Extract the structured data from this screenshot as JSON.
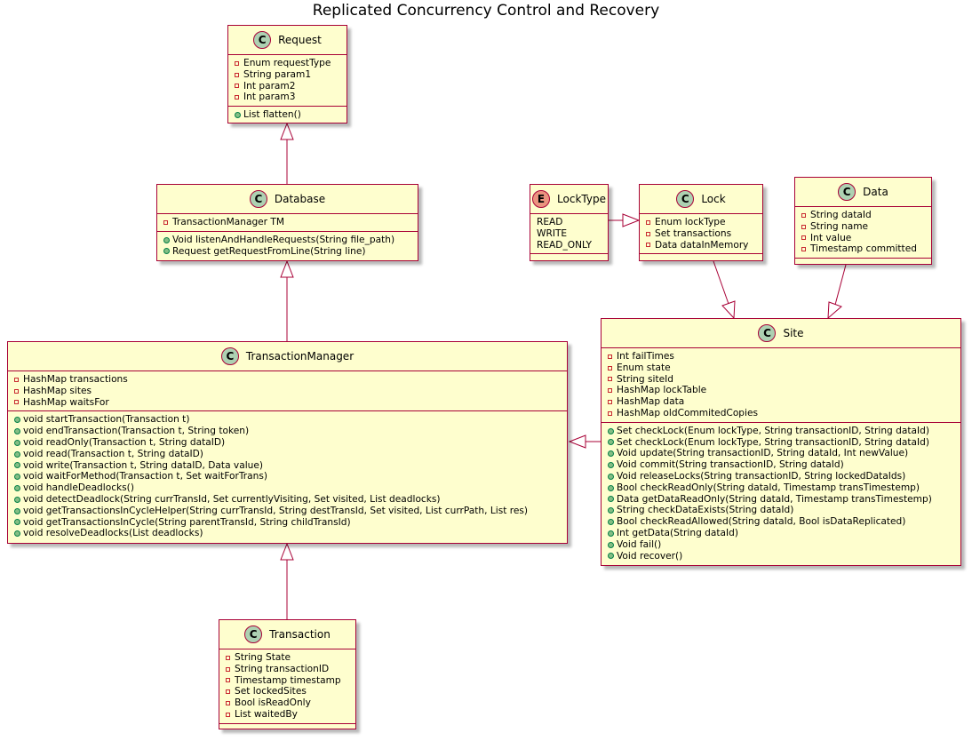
{
  "title": "Replicated Concurrency Control and Recovery",
  "classes": {
    "request": {
      "stereotype": "C",
      "name": "Request",
      "fields": [
        "Enum requestType",
        "String param1",
        "Int param2",
        "Int param3"
      ],
      "methods": [
        "List flatten()"
      ]
    },
    "database": {
      "stereotype": "C",
      "name": "Database",
      "fields": [
        "TransactionManager TM"
      ],
      "methods": [
        "Void listenAndHandleRequests(String file_path)",
        "Request getRequestFromLine(String line)"
      ]
    },
    "transactionmanager": {
      "stereotype": "C",
      "name": "TransactionManager",
      "fields": [
        "HashMap transactions",
        "HashMap sites",
        "HashMap waitsFor"
      ],
      "methods": [
        "void startTransaction(Transaction t)",
        "void endTransaction(Transaction t, String token)",
        "void readOnly(Transaction t, String dataID)",
        "void read(Transaction t, String  dataID)",
        "void write(Transaction t, String dataID, Data value)",
        "void waitForMethod(Transaction t, Set waitForTrans)",
        "void handleDeadlocks()",
        "void detectDeadlock(String currTransId, Set currentlyVisiting, Set visited, List deadlocks)",
        "void getTransactionsInCycleHelper(String currTransId, String destTransId, Set visited, List currPath, List res)",
        "void getTransactionsInCycle(String parentTransId, String childTransId)",
        "void resolveDeadlocks(List deadlocks)"
      ]
    },
    "transaction": {
      "stereotype": "C",
      "name": "Transaction",
      "fields": [
        "String State",
        "String transactionID",
        "Timestamp timestamp",
        "Set lockedSites",
        "Bool isReadOnly",
        "List waitedBy"
      ],
      "methods": []
    },
    "locktype": {
      "stereotype": "E",
      "name": "LockType",
      "fields": [
        "READ",
        "WRITE",
        "READ_ONLY"
      ],
      "methods": []
    },
    "lock": {
      "stereotype": "C",
      "name": "Lock",
      "fields": [
        "Enum lockType",
        "Set transactions",
        "Data dataInMemory"
      ],
      "methods": []
    },
    "data": {
      "stereotype": "C",
      "name": "Data",
      "fields": [
        "String dataId",
        "String name",
        "Int value",
        "Timestamp committed"
      ],
      "methods": []
    },
    "site": {
      "stereotype": "C",
      "name": "Site",
      "fields": [
        "Int failTimes",
        "Enum state",
        "String siteId",
        "HashMap lockTable",
        "HashMap data",
        "HashMap oldCommitedCopies"
      ],
      "methods": [
        "Set checkLock(Enum lockType, String transactionID, String dataId)",
        "Set checkLock(Enum lockType, String transactionID, String dataId)",
        "Void update(String transactionID, String dataId, Int newValue)",
        "Void commit(String transactionID, String dataId)",
        "Void releaseLocks(String transactionID, String lockedDataIds)",
        "Bool checkReadOnly(String dataId, Timestamp transTimestemp)",
        "Data getDataReadOnly(String dataId, Timestamp transTimestemp)",
        "String checkDataExists(String dataId)",
        "Bool checkReadAllowed(String dataId, Bool isDataReplicated)",
        "Int getData(String dataId)",
        "Void fail()",
        "Void recover()"
      ]
    }
  },
  "colors": {
    "class_fill": "#FEFECE",
    "border": "#A80036",
    "class_circle": "#ADD1B2",
    "enum_circle": "#EB937F"
  }
}
